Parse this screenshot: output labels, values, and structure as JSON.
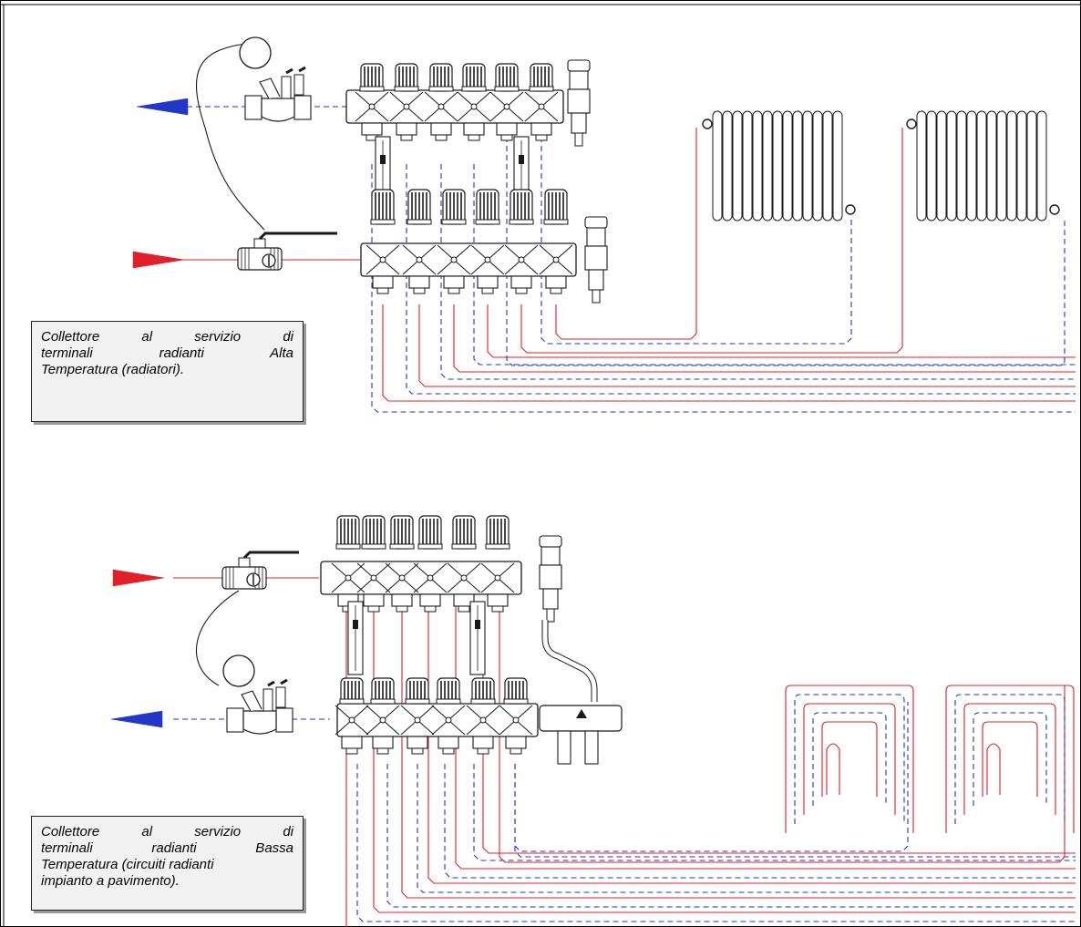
{
  "captions": {
    "top": {
      "lines": [
        "Collettore al servizio di",
        "terminali radianti Alta",
        "Temperatura (radiatori)."
      ]
    },
    "bottom": {
      "lines": [
        "Collettore al servizio di",
        "terminali radianti Bassa",
        "Temperatura (circuiti radianti",
        "impianto a pavimento)."
      ]
    }
  },
  "colors": {
    "supply_red": "#e0202a",
    "return_blue": "#2236c8",
    "outline": "#1a1a1a",
    "caption_bg": "#f2f2f2"
  },
  "icons": {
    "supply_arrow": "red-arrow-icon",
    "return_arrow": "blue-arrow-icon",
    "ball_valve": "ball-valve-icon",
    "balancing_valve": "balancing-valve-icon",
    "radiator": "radiator-icon",
    "underfloor_loop": "floor-heating-coil-icon"
  }
}
